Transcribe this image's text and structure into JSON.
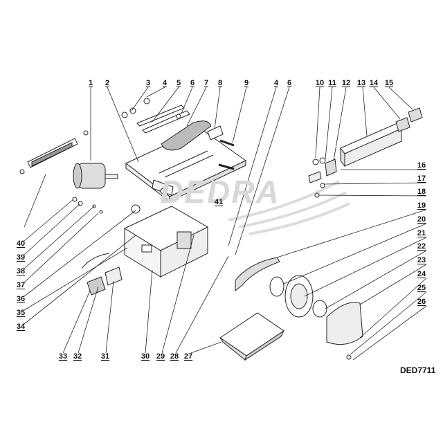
{
  "diagram": {
    "model_code": "DED7711",
    "watermark_text": "DEDRA",
    "part_labels": [
      "1",
      "2",
      "3",
      "4",
      "5",
      "6",
      "7",
      "8",
      "9",
      "4",
      "6",
      "10",
      "11",
      "12",
      "13",
      "14",
      "15",
      "16",
      "17",
      "18",
      "19",
      "20",
      "21",
      "22",
      "23",
      "24",
      "25",
      "26",
      "27",
      "28",
      "29",
      "30",
      "31",
      "32",
      "33",
      "34",
      "35",
      "36",
      "37",
      "38",
      "39",
      "40",
      "41"
    ]
  }
}
